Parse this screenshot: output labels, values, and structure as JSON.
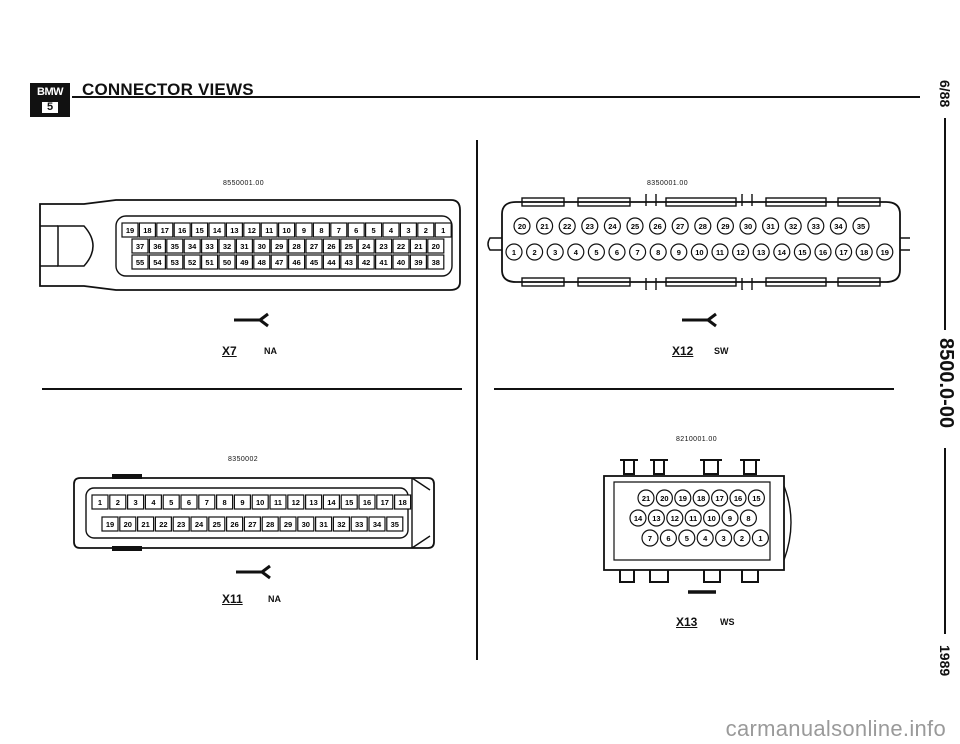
{
  "header": {
    "logo_brand": "BMW",
    "logo_series": "5",
    "title": "CONNECTOR VIEWS"
  },
  "sidebar": {
    "date": "6/88",
    "section": "8500.0-00",
    "year": "1989"
  },
  "connectors": {
    "x7": {
      "caption": "8550001.00",
      "label": "X7",
      "color": "NA",
      "rows": [
        [
          19,
          18,
          17,
          16,
          15,
          14,
          13,
          12,
          11,
          10,
          9,
          8,
          7,
          6,
          5,
          4,
          3,
          2,
          1
        ],
        [
          37,
          36,
          35,
          34,
          33,
          32,
          31,
          30,
          29,
          28,
          27,
          26,
          25,
          24,
          23,
          22,
          21,
          20
        ],
        [
          55,
          54,
          53,
          52,
          51,
          50,
          49,
          48,
          47,
          46,
          45,
          44,
          43,
          42,
          41,
          40,
          39,
          38
        ]
      ]
    },
    "x12": {
      "caption": "8350001.00",
      "label": "X12",
      "color": "SW",
      "rows": [
        [
          20,
          21,
          22,
          23,
          24,
          25,
          26,
          27,
          28,
          29,
          30,
          31,
          32,
          33,
          34,
          35
        ],
        [
          1,
          2,
          3,
          4,
          5,
          6,
          7,
          8,
          9,
          10,
          11,
          12,
          13,
          14,
          15,
          16,
          17,
          18,
          19
        ]
      ]
    },
    "x11": {
      "caption": "8350002",
      "label": "X11",
      "color": "NA",
      "rows": [
        [
          1,
          2,
          3,
          4,
          5,
          6,
          7,
          8,
          9,
          10,
          11,
          12,
          13,
          14,
          15,
          16,
          17,
          18
        ],
        [
          19,
          20,
          21,
          22,
          23,
          24,
          25,
          26,
          27,
          28,
          29,
          30,
          31,
          32,
          33,
          34,
          35
        ]
      ]
    },
    "x13": {
      "caption": "8210001.00",
      "label": "X13",
      "color": "WS",
      "rows": [
        [
          21,
          20,
          19,
          18,
          17,
          16,
          15
        ],
        [
          14,
          13,
          12,
          11,
          10,
          9,
          8
        ],
        [
          7,
          6,
          5,
          4,
          3,
          2,
          1
        ]
      ]
    }
  },
  "footer": {
    "watermark": "carmanualsonline.info"
  }
}
